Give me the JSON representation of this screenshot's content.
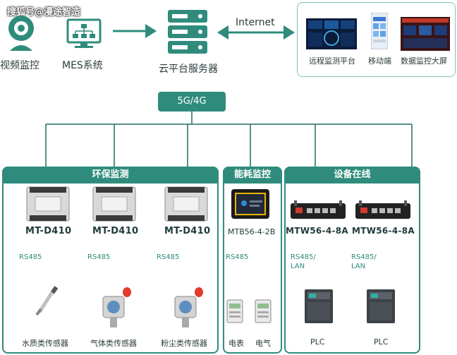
{
  "watermark": "搜狐号@漫途智造",
  "top": {
    "video_label": "视频监控",
    "mes_label": "MES系统",
    "cloud_label": "云平台服务器",
    "internet_label": "Internet",
    "remote_label": "远程监测平台",
    "mobile_label": "移动端",
    "bigscreen_label": "数据监控大屏"
  },
  "network_label": "5G/4G",
  "panels": {
    "env": {
      "title": "环保监测",
      "devices": [
        {
          "model": "MT-D410",
          "protocol": "RS485",
          "sensor": "水质类传感器"
        },
        {
          "model": "MT-D410",
          "protocol": "RS485",
          "sensor": "气体类传感器"
        },
        {
          "model": "MT-D410",
          "protocol": "RS485",
          "sensor": "粉尘类传感器"
        }
      ]
    },
    "energy": {
      "title": "能耗监控",
      "model": "MTB56-4-2B",
      "protocol": "RS485",
      "meters": [
        "电表",
        "电气"
      ]
    },
    "equipment": {
      "title": "设备在线",
      "devices": [
        {
          "model": "MTW56-4-8A",
          "protocol_1": "RS485/",
          "protocol_2": "LAN",
          "target": "PLC"
        },
        {
          "model": "MTW56-4-8A",
          "protocol_1": "RS485/",
          "protocol_2": "LAN",
          "target": "PLC"
        }
      ]
    }
  },
  "colors": {
    "accent": "#2f8c7c",
    "line": "#1f6f62"
  }
}
